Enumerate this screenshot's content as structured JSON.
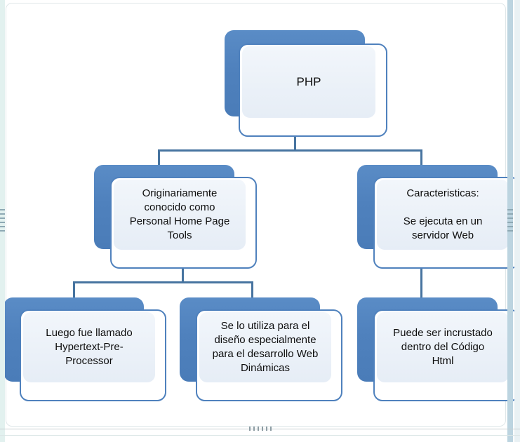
{
  "diagram": {
    "type": "hierarchy",
    "title_node": "PHP",
    "accent_color": "#4F81BD",
    "node_fill_color": "#EEF3FA",
    "connector_color": "#4774A0",
    "background_color": "#FFFFFF",
    "nodes": [
      {
        "id": "root",
        "label": "PHP",
        "level": 0,
        "font_size": 17
      },
      {
        "id": "branch-left",
        "label": "Originariamente\nconocido como\nPersonal Home Page\nTools",
        "level": 1,
        "font_size": 15
      },
      {
        "id": "branch-right",
        "label": "Caracteristicas:\n\nSe ejecuta en un\nservidor Web",
        "level": 1,
        "font_size": 15
      },
      {
        "id": "leaf-1",
        "label": "Luego fue llamado\nHypertext-Pre-\nProcessor",
        "level": 2,
        "font_size": 15
      },
      {
        "id": "leaf-2",
        "label": "Se lo utiliza para el\ndiseño especialmente\npara el desarrollo Web\nDinámicas",
        "level": 2,
        "font_size": 15
      },
      {
        "id": "leaf-3",
        "label": "Puede ser incrustado\ndentro del Código\nHtml",
        "level": 2,
        "font_size": 15
      }
    ],
    "edges": [
      {
        "from": "root",
        "to": "branch-left"
      },
      {
        "from": "root",
        "to": "branch-right"
      },
      {
        "from": "branch-left",
        "to": "leaf-1"
      },
      {
        "from": "branch-left",
        "to": "leaf-2"
      },
      {
        "from": "branch-right",
        "to": "leaf-3"
      }
    ]
  },
  "frame": {
    "left_handle": "resize-handle",
    "right_handle": "resize-handle",
    "bottom_handle": "resize-handle"
  }
}
